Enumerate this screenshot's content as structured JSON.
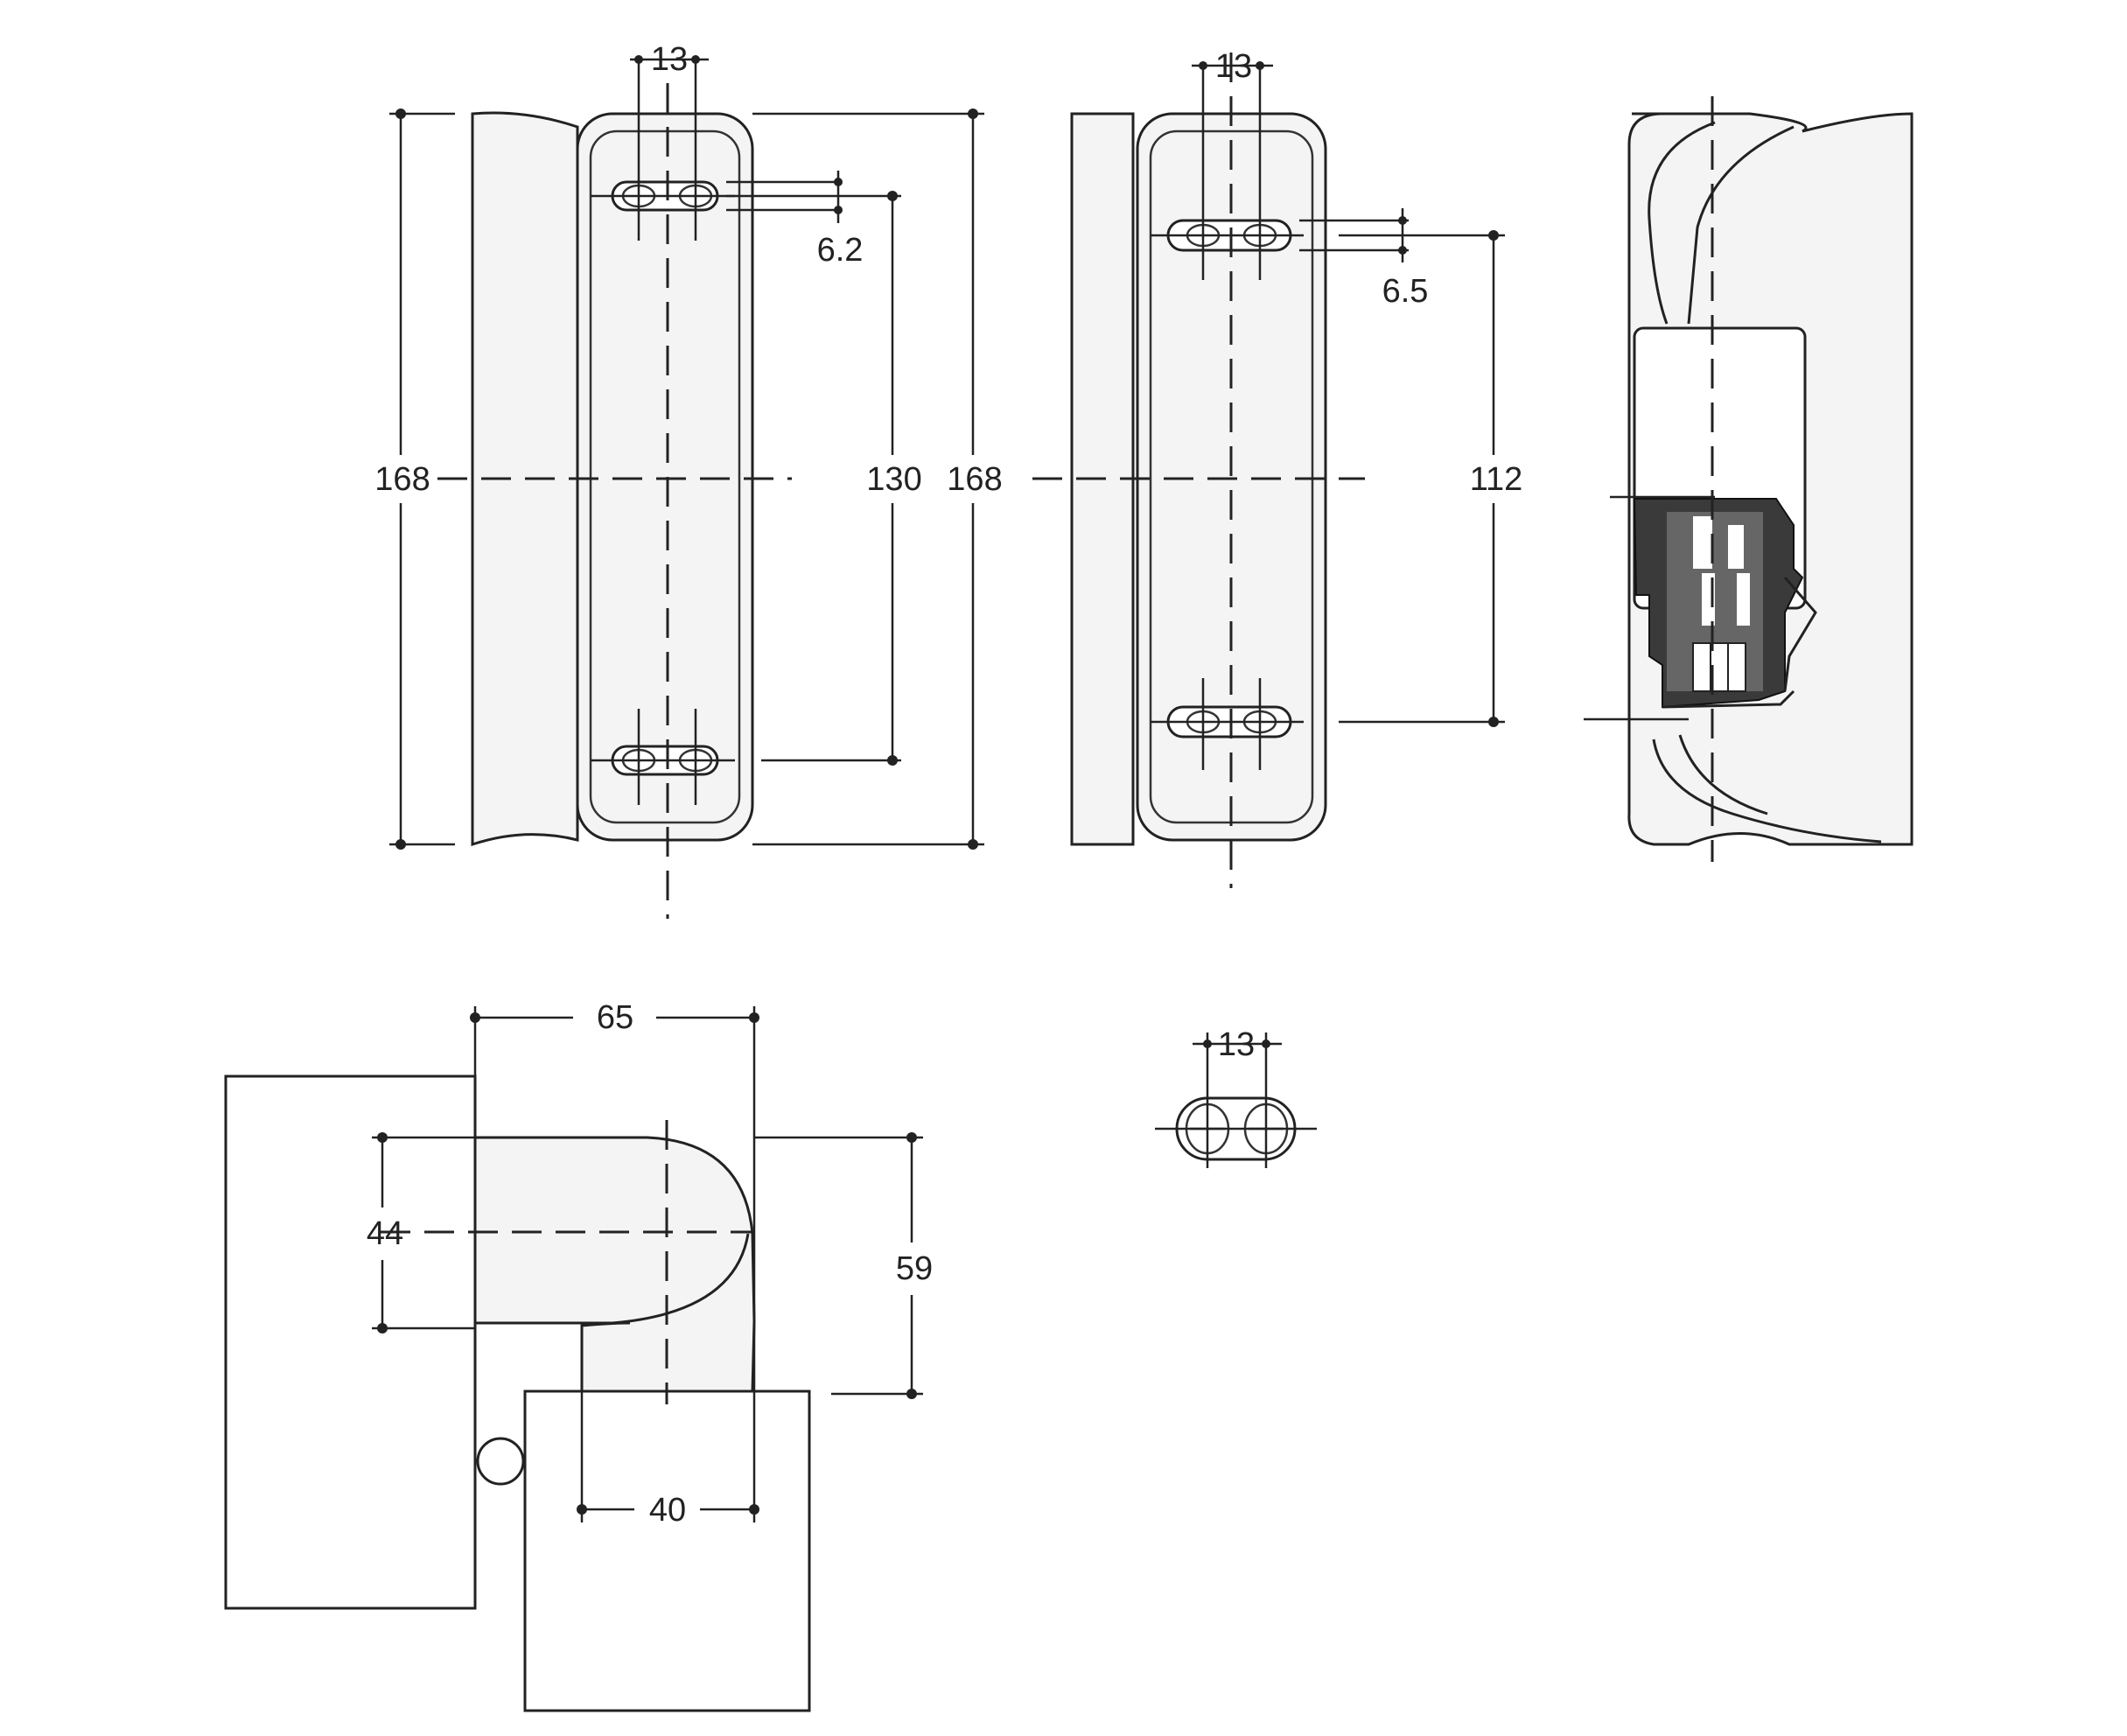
{
  "front_view": {
    "slot_pitch_label": "13",
    "slot_height_label": "6.2",
    "overall_height_label": "168",
    "hole_spacing_label": "130",
    "right_height_label": "168"
  },
  "second_view": {
    "slot_pitch_label": "13",
    "slot_height_label": "6.5",
    "hole_spacing_label": "112"
  },
  "top_view": {
    "depth_label": "65",
    "arm_width_label": "44",
    "projection_label": "59",
    "base_width_label": "40"
  },
  "slot_detail": {
    "pitch_label": "13"
  }
}
